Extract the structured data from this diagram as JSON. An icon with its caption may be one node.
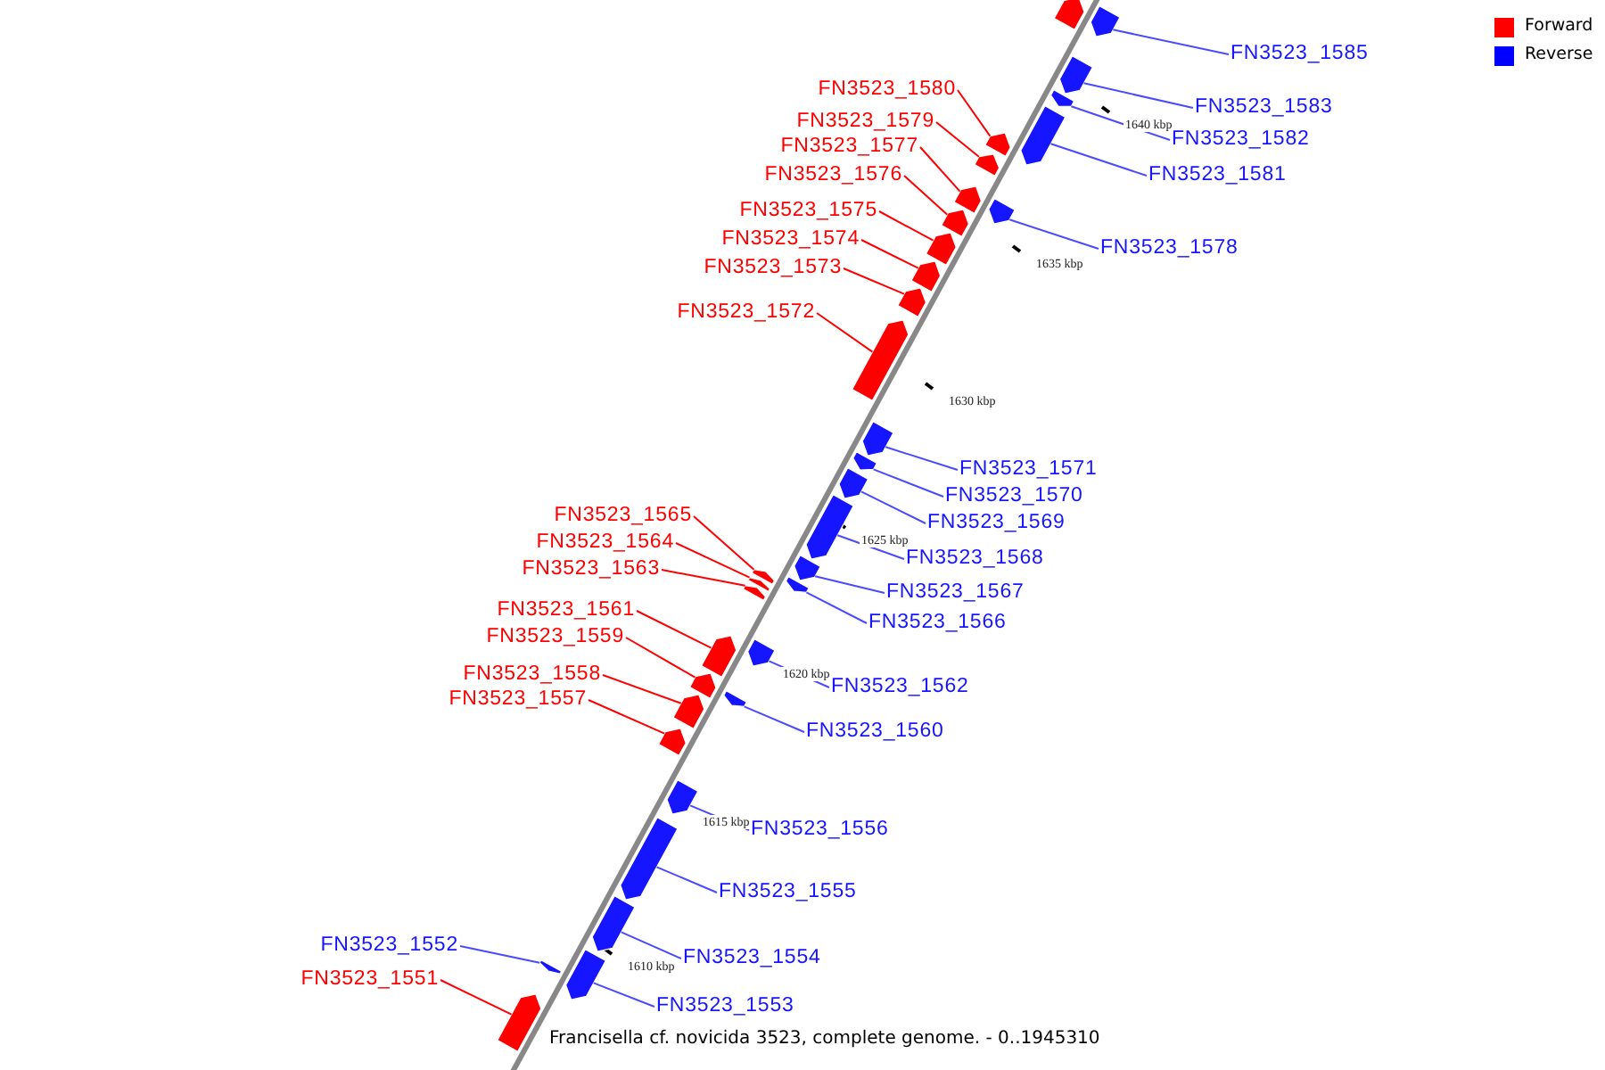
{
  "diagram": {
    "caption": "Francisella cf. novicida 3523, complete genome. - 0..1945310",
    "nodes": [
      {
        "text": [],
        "shape": "box"
      },
      {
        "text": [],
        "shape": "box"
      },
      {
        "text": [
          "FN3523_1585"
        ]
      },
      {
        "text": [
          "FN3523_1583"
        ]
      },
      {
        "text": [],
        "shape": "box"
      },
      {
        "text": [
          "FN3523_1582"
        ]
      },
      {
        "text": [],
        "shape": "box"
      },
      {
        "text": [
          "FN3523_1580"
        ]
      },
      {
        "text": [],
        "shape": "box"
      },
      {
        "text": [
          "FN3523_1579"
        ]
      },
      {
        "text": [],
        "shape": "box"
      },
      {
        "text": [
          "FN3523_1581"
        ]
      },
      {
        "text": [],
        "shape": "box"
      },
      {
        "text": [
          "FN3523_1577"
        ]
      },
      {
        "text": [],
        "shape": "box"
      },
      {
        "text": [
          "FN3523_1576"
        ]
      },
      {
        "text": [],
        "shape": "box"
      },
      {
        "text": [
          "FN3523_1575"
        ]
      },
      {
        "text": [],
        "shape": "box"
      },
      {
        "text": [
          "FN3523_1578"
        ]
      },
      {
        "text": [],
        "shape": "box"
      },
      {
        "text": [
          "FN3523_1574"
        ]
      },
      {
        "text": [],
        "shape": "box"
      },
      {
        "text": [
          "FN3523_1573"
        ]
      },
      {
        "text": [],
        "shape": "box"
      },
      {
        "text": [
          "FN3523_1572"
        ]
      },
      {
        "text": [],
        "shape": "box"
      },
      {
        "text": [
          "FN3523_1571"
        ]
      },
      {
        "text": [],
        "shape": "box"
      },
      {
        "text": [
          "FN3523_1570"
        ]
      },
      {
        "text": [],
        "shape": "box"
      },
      {
        "text": [
          "FN3523_1569"
        ]
      },
      {
        "text": [],
        "shape": "box"
      },
      {
        "text": [
          "FN3523_1565"
        ]
      },
      {
        "text": [],
        "shape": "box"
      },
      {
        "text": [
          "FN3523_1564"
        ]
      },
      {
        "text": [],
        "shape": "box"
      },
      {
        "text": [
          "FN3523_1568"
        ]
      },
      {
        "text": [],
        "shape": "box"
      },
      {
        "text": [
          "FN3523_1563"
        ]
      },
      {
        "text": [],
        "shape": "box"
      },
      {
        "text": [
          "FN3523_1567"
        ]
      },
      {
        "text": [],
        "shape": "box"
      },
      {
        "text": [
          "FN3523_1561"
        ]
      },
      {
        "text": [],
        "shape": "box"
      },
      {
        "text": [
          "FN3523_1566"
        ]
      },
      {
        "text": [],
        "shape": "box"
      },
      {
        "text": [
          "FN3523_1559"
        ]
      },
      {
        "text": [],
        "shape": "box"
      },
      {
        "text": [
          "FN3523_1558"
        ]
      },
      {
        "text": [],
        "shape": "box"
      },
      {
        "text": [
          "FN3523_1562"
        ]
      },
      {
        "text": [],
        "shape": "box"
      },
      {
        "text": [
          "FN3523_1557"
        ]
      },
      {
        "text": [],
        "shape": "box"
      },
      {
        "text": [
          "FN3523_1560"
        ]
      },
      {
        "text": [],
        "shape": "box"
      },
      {
        "text": [
          "FN3523_1556"
        ]
      },
      {
        "text": [],
        "shape": "box"
      },
      {
        "text": [
          "FN3523_1555"
        ]
      },
      {
        "text": [],
        "shape": "box"
      },
      {
        "text": [
          "FN3523_1552"
        ]
      },
      {
        "text": [],
        "shape": "box"
      },
      {
        "text": [
          "FN3523_1554"
        ]
      },
      {
        "text": [],
        "shape": "box"
      },
      {
        "text": [
          "FN3523_1551"
        ]
      },
      {
        "text": [],
        "shape": "box"
      },
      {
        "text": [
          "FN3523_1553"
        ]
      },
      {
        "text": [],
        "shape": "box"
      }
    ],
    "edges": [
      {
        "from": 2,
        "to": 1,
        "arrow": "none"
      },
      {
        "from": 3,
        "to": 4,
        "arrow": "none"
      },
      {
        "from": 5,
        "to": 6,
        "arrow": "none"
      },
      {
        "from": 7,
        "to": 8,
        "arrow": "none",
        "color": "#ff0000"
      },
      {
        "from": 9,
        "to": 10,
        "arrow": "none",
        "color": "#ff0000"
      },
      {
        "from": 11,
        "to": 12,
        "arrow": "none"
      },
      {
        "from": 13,
        "to": 14,
        "arrow": "none",
        "color": "#ff0000"
      },
      {
        "from": 15,
        "to": 16,
        "arrow": "none",
        "color": "#ff0000"
      },
      {
        "from": 17,
        "to": 18,
        "arrow": "none",
        "color": "#ff0000"
      },
      {
        "from": 19,
        "to": 20,
        "arrow": "none"
      },
      {
        "from": 21,
        "to": 22,
        "arrow": "none",
        "color": "#ff0000"
      },
      {
        "from": 23,
        "to": 24,
        "arrow": "none",
        "color": "#ff0000"
      },
      {
        "from": 25,
        "to": 26,
        "arrow": "none",
        "color": "#ff0000"
      },
      {
        "from": 27,
        "to": 28,
        "arrow": "none"
      },
      {
        "from": 29,
        "to": 30,
        "arrow": "none"
      },
      {
        "from": 31,
        "to": 32,
        "arrow": "none"
      },
      {
        "from": 33,
        "to": 34,
        "arrow": "none",
        "color": "#ff0000"
      },
      {
        "from": 35,
        "to": 36,
        "arrow": "none",
        "color": "#ff0000"
      },
      {
        "from": 37,
        "to": 38,
        "arrow": "none"
      },
      {
        "from": 39,
        "to": 40,
        "arrow": "none",
        "color": "#ff0000"
      },
      {
        "from": 41,
        "to": 42,
        "arrow": "none"
      },
      {
        "from": 43,
        "to": 44,
        "arrow": "none",
        "color": "#ff0000"
      },
      {
        "from": 45,
        "to": 46,
        "arrow": "none"
      },
      {
        "from": 47,
        "to": 48,
        "arrow": "none",
        "color": "#ff0000"
      },
      {
        "from": 49,
        "to": 50,
        "arrow": "none",
        "color": "#ff0000"
      },
      {
        "from": 51,
        "to": 52,
        "arrow": "none"
      },
      {
        "from": 53,
        "to": 54,
        "arrow": "none",
        "color": "#ff0000"
      },
      {
        "from": 55,
        "to": 56,
        "arrow": "none"
      },
      {
        "from": 57,
        "to": 58,
        "arrow": "none"
      },
      {
        "from": 59,
        "to": 60,
        "arrow": "none"
      },
      {
        "from": 61,
        "to": 62,
        "arrow": "none"
      },
      {
        "from": 63,
        "to": 64,
        "arrow": "none"
      },
      {
        "from": 65,
        "to": 66,
        "arrow": "none",
        "color": "#ff0000"
      },
      {
        "from": 67,
        "to": 68,
        "arrow": "none"
      }
    ],
    "labels": [
      "1640 kbp",
      "1635 kbp",
      "1630 kbp",
      "1625 kbp",
      "1620 kbp",
      "1615 kbp",
      "1610 kbp"
    ],
    "legend": [
      {
        "text": "Forward",
        "color": "#ff0000"
      },
      {
        "text": "Reverse",
        "color": "#0000ff"
      }
    ]
  }
}
